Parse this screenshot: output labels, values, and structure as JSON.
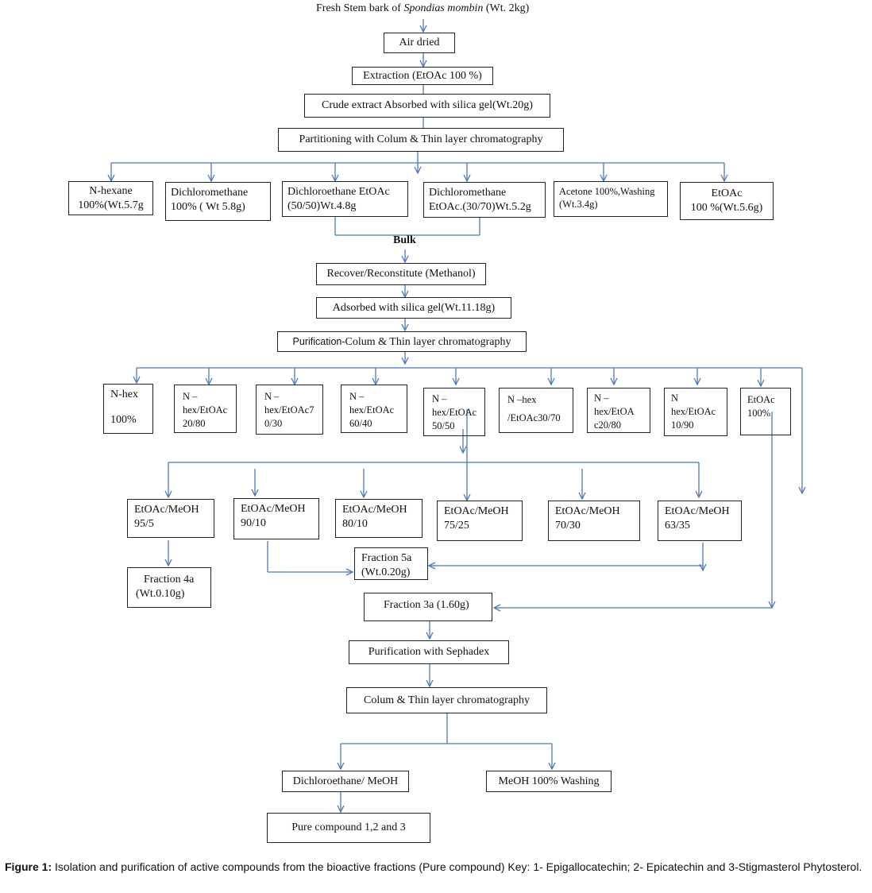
{
  "top": {
    "title_prefix": "Fresh Stem bark of ",
    "title_species": "Spondias mombin",
    "title_suffix": " (Wt. 2kg)"
  },
  "steps": {
    "air_dried": "Air dried",
    "extraction": "Extraction (EtOAc 100 %)",
    "crude": "Crude extract Absorbed with silica gel(Wt.20g)",
    "partitioning": "Partitioning with Colum & Thin layer chromatography"
  },
  "fractions1": [
    {
      "line1": "N-hexane",
      "line2": "100%(Wt.5.7g"
    },
    {
      "line1": "Dichloromethane",
      "line2": "100% ( Wt 5.8g)"
    },
    {
      "line1": "Dichloroethane EtOAc",
      "line2": "(50/50)Wt.4.8g"
    },
    {
      "line1": "Dichloromethane",
      "line2": "EtOAc.(30/70)Wt.5.2g"
    },
    {
      "line1": "Acetone 100%,Washing",
      "line2": "(Wt.3.4g)"
    },
    {
      "line1": "EtOAc",
      "line2": "100 %(Wt.5.6g)"
    }
  ],
  "bulk": "Bulk",
  "steps2": {
    "recover": "Recover/Reconstitute (Methanol)",
    "adsorbed": "Adsorbed with silica gel(Wt.11.18g)",
    "purification_a": "Purification-",
    "purification_b": "Colum & Thin layer chromatography"
  },
  "fractions2": [
    {
      "line1": "N-hex",
      "line2": "",
      "line3": "100%"
    },
    {
      "line1": "N –",
      "line2": "hex/EtOAc",
      "line3": "20/80"
    },
    {
      "line1": "N –",
      "line2": "hex/EtOAc7",
      "line3": "0/30"
    },
    {
      "line1": "N –",
      "line2": "hex/EtOAc",
      "line3": "60/40"
    },
    {
      "line1": "N –",
      "line2": "hex/EtOAc",
      "line3": "50/50"
    },
    {
      "line1": "N –hex",
      "line2": "",
      "line3": "/EtOAc30/70"
    },
    {
      "line1": "N –",
      "line2": "hex/EtOA",
      "line3": "c20/80"
    },
    {
      "line1": "N",
      "line2": "hex/EtOAc",
      "line3": "10/90"
    },
    {
      "line1": "EtOAc",
      "line2": "100%",
      "line3": ""
    }
  ],
  "fractions3": [
    {
      "line1": "EtOAc/MeOH",
      "line2": "95/5"
    },
    {
      "line1": "EtOAc/MeOH",
      "line2": "90/10"
    },
    {
      "line1": "EtOAc/MeOH",
      "line2": "80/10"
    },
    {
      "line1": "EtOAc/MeOH",
      "line2": "75/25"
    },
    {
      "line1": "EtOAc/MeOH",
      "line2": "70/30"
    },
    {
      "line1": "EtOAc/MeOH",
      "line2": "63/35"
    }
  ],
  "fraction4a": {
    "line1": "Fraction 4a",
    "line2": "(Wt.0.10g)"
  },
  "fraction5a": {
    "line1": "Fraction 5a",
    "line2": "(Wt.0.20g)"
  },
  "fraction3a": "Fraction 3a (1.60g)",
  "sephadex": "Purification with Sephadex",
  "colum_tlc": "Colum & Thin layer chromatography",
  "dichloroethane_meoh": "Dichloroethane/ MeOH",
  "meoh_washing": "MeOH 100% Washing",
  "pure_compound": "Pure compound 1,2 and 3",
  "caption": {
    "label": "Figure 1:",
    "text": " Isolation and purification of active compounds from the bioactive fractions (Pure compound) Key: 1- Epigallocatechin; 2- Epicatechin and 3-Stigmasterol Phytosterol."
  },
  "colors": {
    "arrow": "#4a7ab8",
    "border": "#222222"
  }
}
